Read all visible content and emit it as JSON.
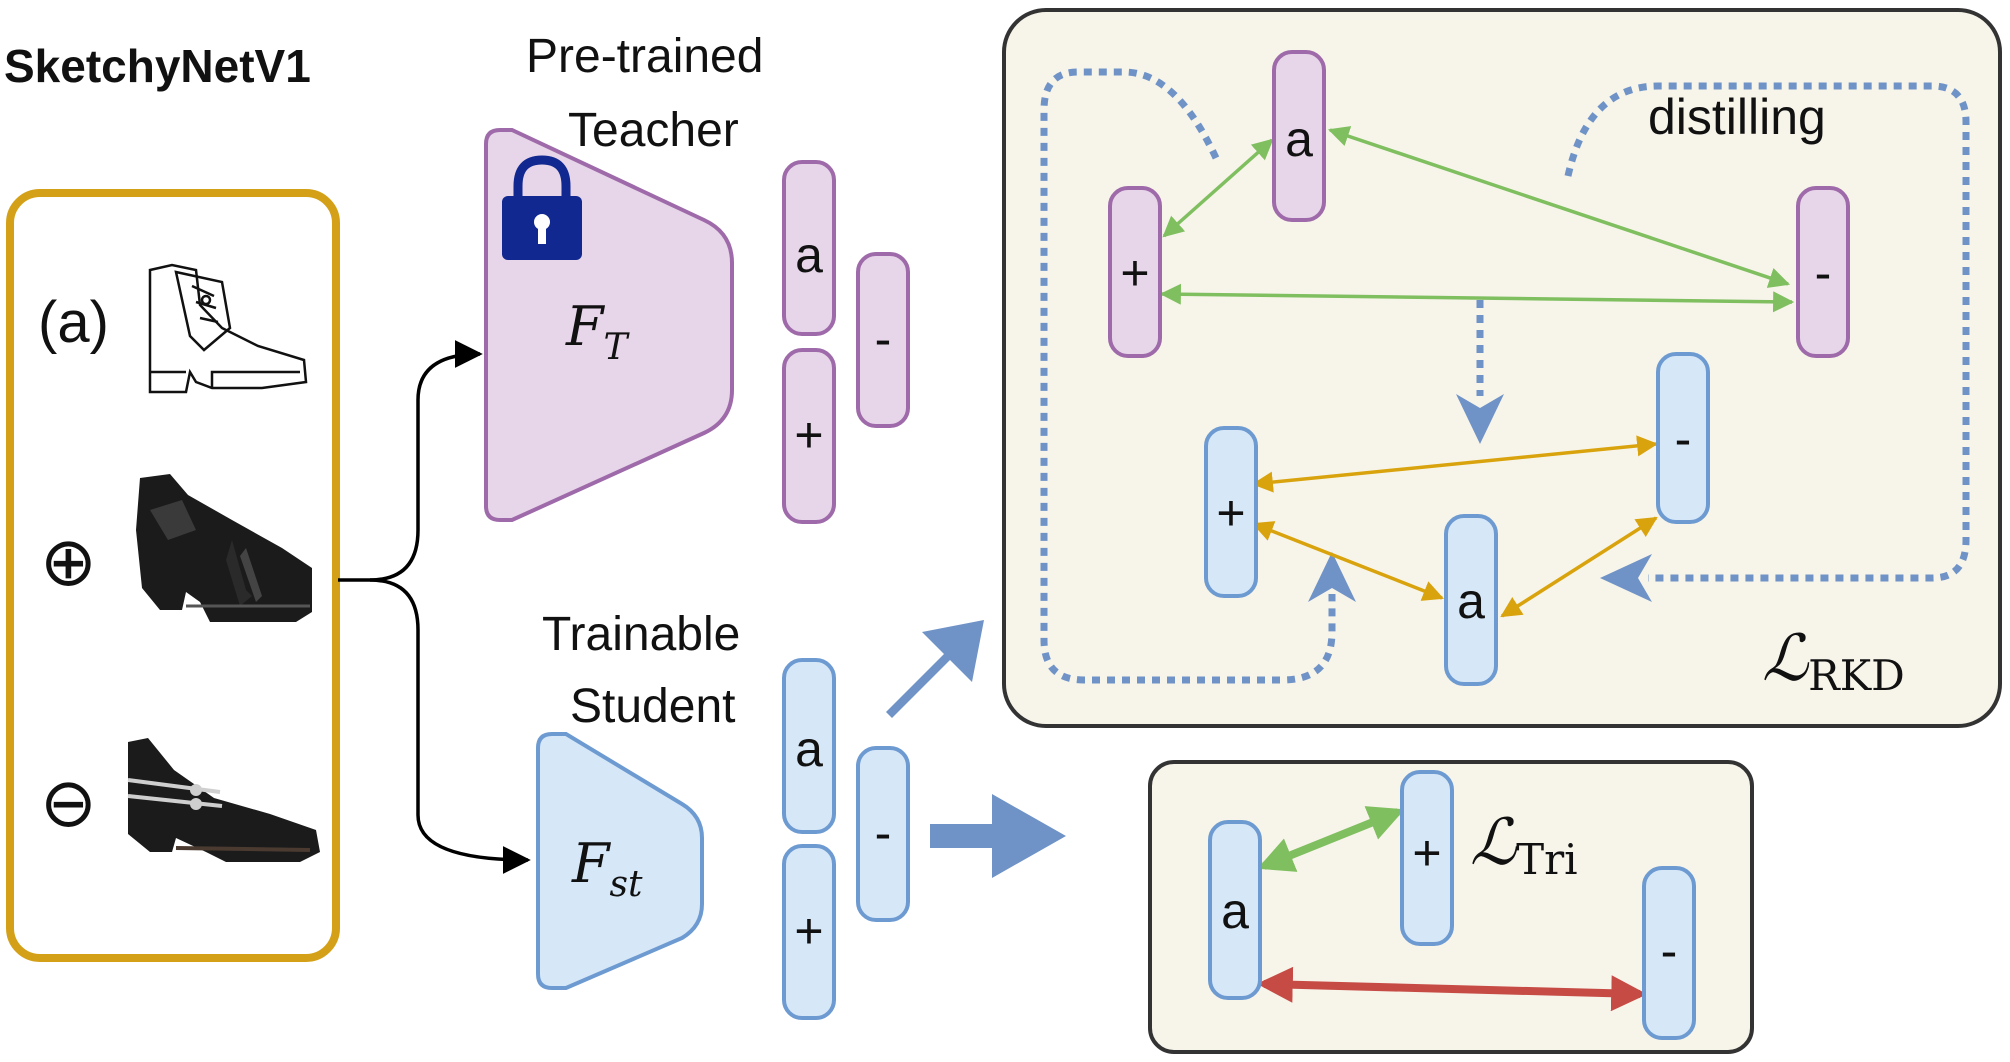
{
  "title": "SketchyNetV1",
  "input_box": {
    "items": [
      "(a)",
      "⊕",
      "⊖"
    ]
  },
  "teacher": {
    "caption_lines": [
      "Pre-trained",
      "Teacher"
    ],
    "symbol": "F",
    "subscript": "T"
  },
  "student": {
    "caption_lines": [
      "Trainable",
      "Student"
    ],
    "symbol": "F",
    "subscript": "st"
  },
  "embedding_labels": {
    "anchor": "a",
    "positive": "+",
    "negative": "-"
  },
  "rkd_panel": {
    "distill_label": "distilling",
    "loss_symbol": "ℒ",
    "loss_subscript": "RKD"
  },
  "tri_panel": {
    "loss_symbol": "ℒ",
    "loss_subscript": "Tri"
  },
  "colors": {
    "input_border": "#d4a017",
    "teacher_fill": "#e7d5e9",
    "teacher_stroke": "#9e6aa9",
    "student_fill": "#d6e7f8",
    "student_stroke": "#6d9bd1",
    "panel_fill": "#f7f4ea",
    "panel_stroke": "#333333",
    "lock": "#10288f",
    "big_arrow": "#6f93c7",
    "dotted": "#6f93c7",
    "teacher_rel": "#7fbf5f",
    "student_rel": "#d9a30d",
    "tri_pos": "#7fbf5f",
    "tri_neg": "#c64b45"
  }
}
